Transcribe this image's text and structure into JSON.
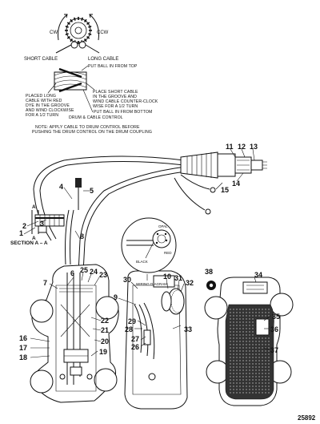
{
  "drum": {
    "cw": "CW",
    "ccw": "CCW",
    "short_cable": "SHORT CABLE",
    "long_cable": "LONG CABLE",
    "put_ball_top": "PUT BALL IN FROM TOP",
    "place_long": [
      "PLACED LONG",
      "CABLE WITH RED",
      "DYE IN THE GROOVE",
      "AND WIND CLOCKWISE",
      "FOR A 1/2 TURN"
    ],
    "place_short": [
      "PLACE SHORT CABLE",
      "IN THE GROOVE AND",
      "WIND CABLE COUNTER-CLOCK",
      "WISE FOR A 1/2 TURN"
    ],
    "put_ball_bottom": "PUT BALL IN FROM BOTTOM",
    "title": "DRUM & CABLE CONTROL",
    "note_1": "NOTE: APPLY CABLE TO DRUM CONTROL BEFORE",
    "note_2": "PUSHING THE DRUM CONTROL ON THE DRUM COUPLING"
  },
  "section": {
    "a_top": "A",
    "a_bottom": "A",
    "caption": "SECTION A – A"
  },
  "wiring": {
    "title": "WIRING DIAGRAM",
    "opal": "OPAL",
    "black": "BLACK",
    "red": "RED"
  },
  "callouts": [
    "1",
    "2",
    "3",
    "4",
    "5",
    "6",
    "7",
    "8",
    "9",
    "10",
    "11",
    "12",
    "13",
    "14",
    "15",
    "16",
    "17",
    "18",
    "19",
    "20",
    "21",
    "22",
    "23",
    "24",
    "25",
    "26",
    "27",
    "28",
    "29",
    "30",
    "31",
    "32",
    "33",
    "34",
    "35",
    "36",
    "37",
    "38"
  ],
  "figure_id": "25892"
}
